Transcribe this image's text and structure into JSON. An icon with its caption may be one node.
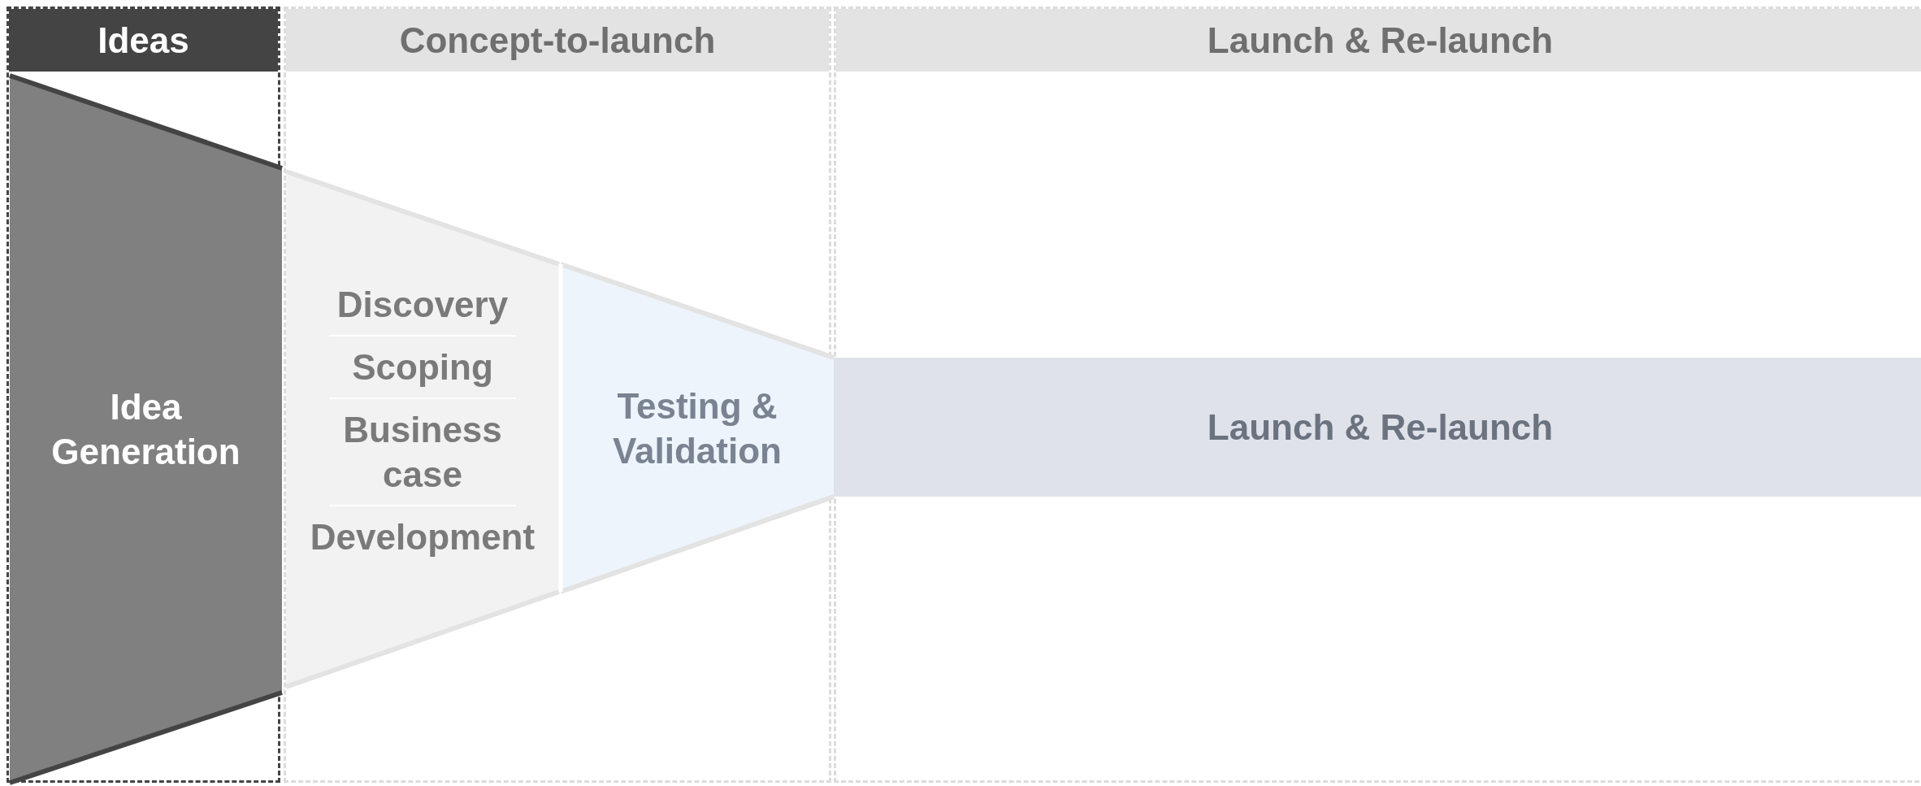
{
  "diagram": {
    "nodes": [
      {
        "text": [
          "Ideas"
        ]
      },
      {
        "text": [
          "Concept-to-launch"
        ]
      },
      {
        "text": [
          "Launch & Re-launch"
        ]
      },
      {
        "text": [
          "Idea Generation"
        ],
        "in": 0
      },
      {
        "text": [
          "Discovery",
          "Scoping",
          "Business case",
          "Development"
        ],
        "in": 1
      },
      {
        "text": [
          "Testing & Validation"
        ],
        "in": 1
      },
      {
        "text": [
          "Launch & Re-launch"
        ],
        "in": 2
      }
    ]
  }
}
